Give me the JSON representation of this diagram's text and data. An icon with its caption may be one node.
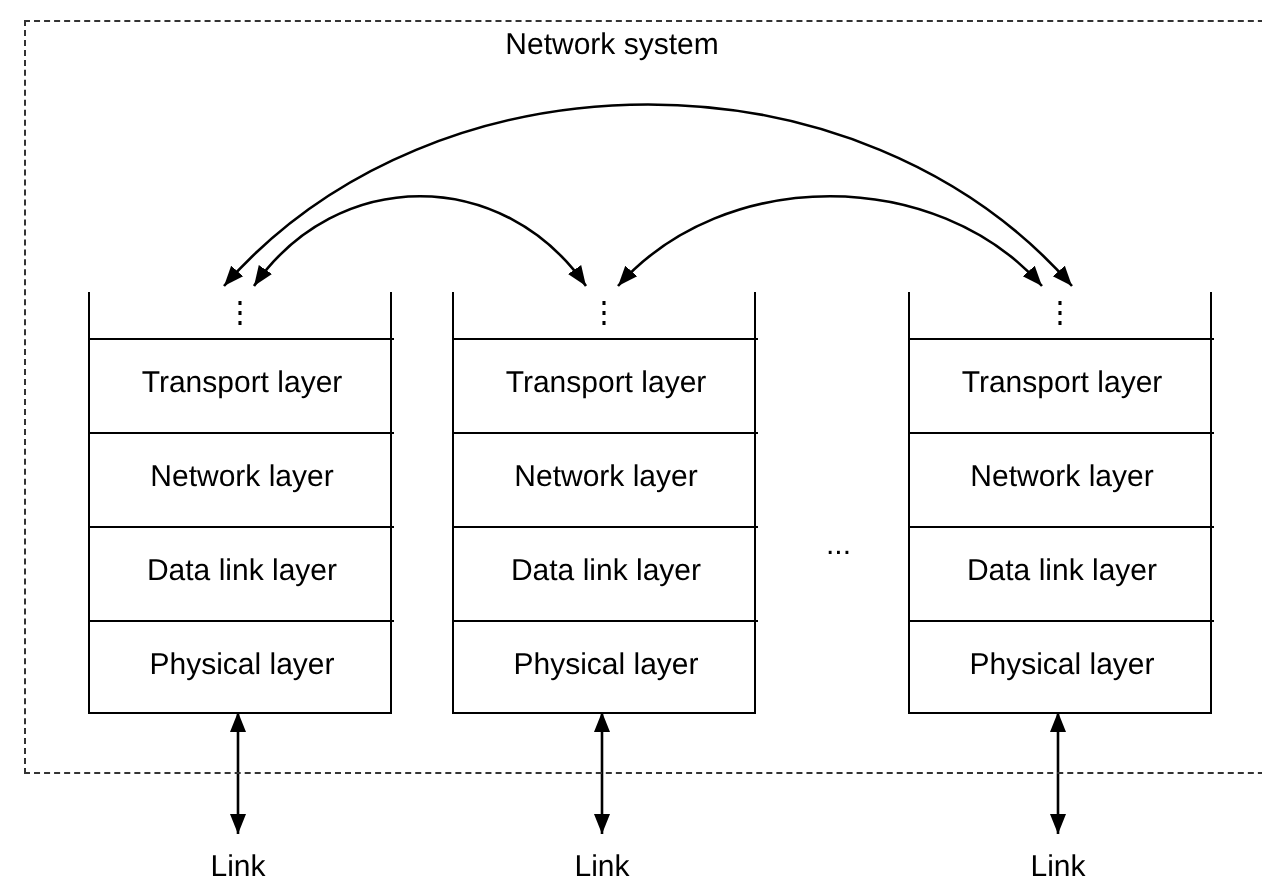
{
  "diagram": {
    "nodes": [
      {
        "text": [
          "Network system"
        ]
      },
      {
        "text": [
          "⋮"
        ],
        "in": 0
      },
      {
        "text": [
          "Transport layer"
        ],
        "in": 1
      },
      {
        "text": [
          "Network layer"
        ],
        "in": 1
      },
      {
        "text": [
          "Data link layer"
        ],
        "in": 1
      },
      {
        "text": [
          "Physical layer"
        ],
        "in": 1
      },
      {
        "text": [
          "⋮"
        ],
        "in": 0
      },
      {
        "text": [
          "Transport layer"
        ],
        "in": 6
      },
      {
        "text": [
          "Network layer"
        ],
        "in": 6
      },
      {
        "text": [
          "Data link layer"
        ],
        "in": 6
      },
      {
        "text": [
          "Physical layer"
        ],
        "in": 6
      },
      {
        "text": [
          "⋮"
        ],
        "in": 0
      },
      {
        "text": [
          "Transport layer"
        ],
        "in": 11
      },
      {
        "text": [
          "Network layer"
        ],
        "in": 11
      },
      {
        "text": [
          "Data link layer"
        ],
        "in": 11
      },
      {
        "text": [
          "Physical layer"
        ],
        "in": 11
      },
      {
        "text": [
          "Link"
        ]
      },
      {
        "text": [
          "Link"
        ]
      },
      {
        "text": [
          "Link"
        ]
      }
    ],
    "edges": [
      {
        "from": 1,
        "to": 11,
        "arrow": "both"
      },
      {
        "from": 1,
        "to": 6,
        "arrow": "both"
      },
      {
        "from": 6,
        "to": 11,
        "arrow": "both"
      },
      {
        "from": 5,
        "to": 16,
        "arrow": "both"
      },
      {
        "from": 10,
        "to": 17,
        "arrow": "both"
      },
      {
        "from": 15,
        "to": 18,
        "arrow": "both"
      }
    ],
    "labels": [
      "..."
    ]
  }
}
